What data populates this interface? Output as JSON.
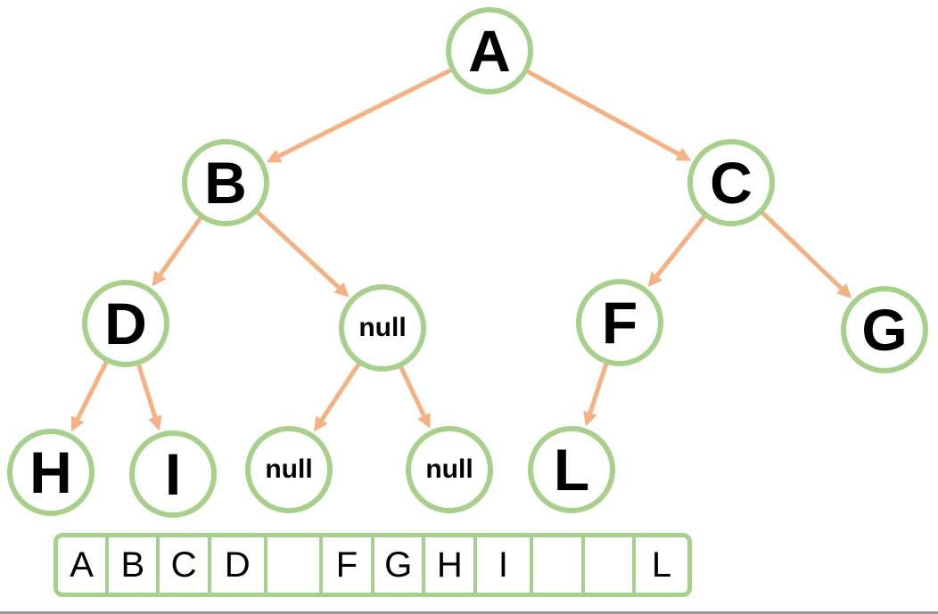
{
  "colors": {
    "node_border": "#a8d08d",
    "edge": "#f4b183",
    "text": "#000000",
    "array_border": "#a8d08d"
  },
  "tree": {
    "nodes": [
      {
        "id": "A",
        "label": "A"
      },
      {
        "id": "B",
        "label": "B"
      },
      {
        "id": "C",
        "label": "C"
      },
      {
        "id": "D",
        "label": "D"
      },
      {
        "id": "null1",
        "label": "null"
      },
      {
        "id": "F",
        "label": "F"
      },
      {
        "id": "G",
        "label": "G"
      },
      {
        "id": "H",
        "label": "H"
      },
      {
        "id": "I",
        "label": "I"
      },
      {
        "id": "null2",
        "label": "null"
      },
      {
        "id": "null3",
        "label": "null"
      },
      {
        "id": "L",
        "label": "L"
      }
    ],
    "edges": [
      {
        "from": "A",
        "to": "B"
      },
      {
        "from": "A",
        "to": "C"
      },
      {
        "from": "B",
        "to": "D"
      },
      {
        "from": "B",
        "to": "null1"
      },
      {
        "from": "C",
        "to": "F"
      },
      {
        "from": "C",
        "to": "G"
      },
      {
        "from": "D",
        "to": "H"
      },
      {
        "from": "D",
        "to": "I"
      },
      {
        "from": "null1",
        "to": "null2"
      },
      {
        "from": "null1",
        "to": "null3"
      },
      {
        "from": "F",
        "to": "L"
      }
    ]
  },
  "array": {
    "cells": [
      "A",
      "B",
      "C",
      "D",
      "",
      "F",
      "G",
      "H",
      "I",
      "",
      "",
      "L"
    ]
  }
}
